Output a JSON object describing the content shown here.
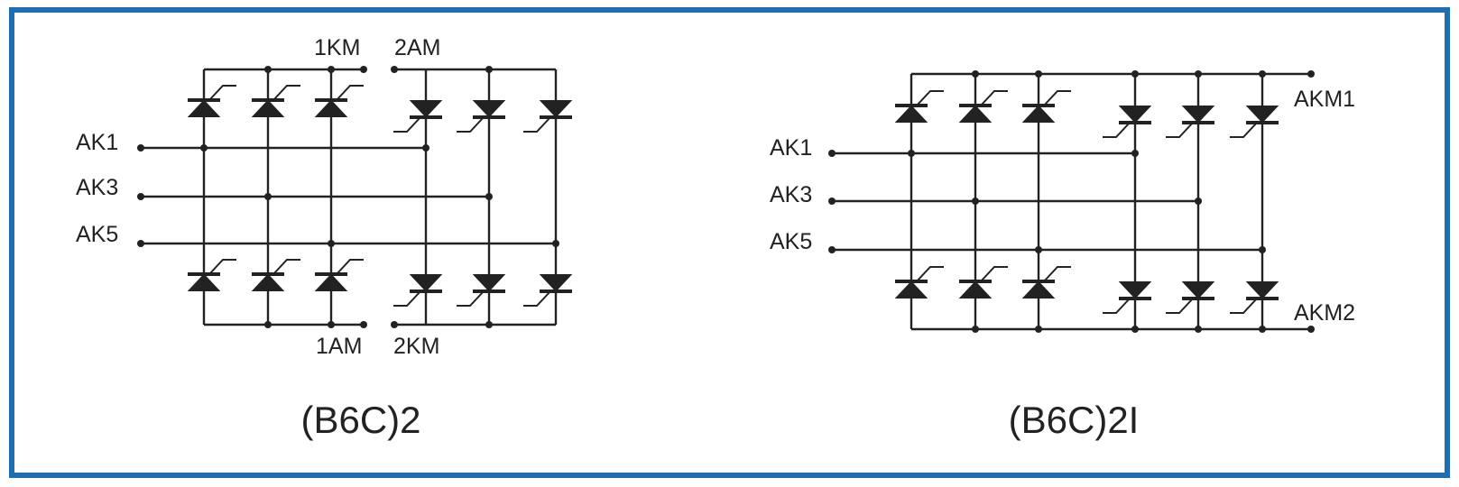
{
  "colors": {
    "border": "#1f6db3",
    "ink": "#222222",
    "background": "#ffffff"
  },
  "left_circuit": {
    "caption": "(B6C)2",
    "inputs": [
      "AK1",
      "AK3",
      "AK5"
    ],
    "top_left_terminal": "1KM",
    "top_right_terminal": "2AM",
    "bottom_left_terminal": "1AM",
    "bottom_right_terminal": "2KM"
  },
  "right_circuit": {
    "caption": "(B6C)2I",
    "inputs": [
      "AK1",
      "AK3",
      "AK5"
    ],
    "top_terminal": "AKM1",
    "bottom_terminal": "AKM2"
  }
}
